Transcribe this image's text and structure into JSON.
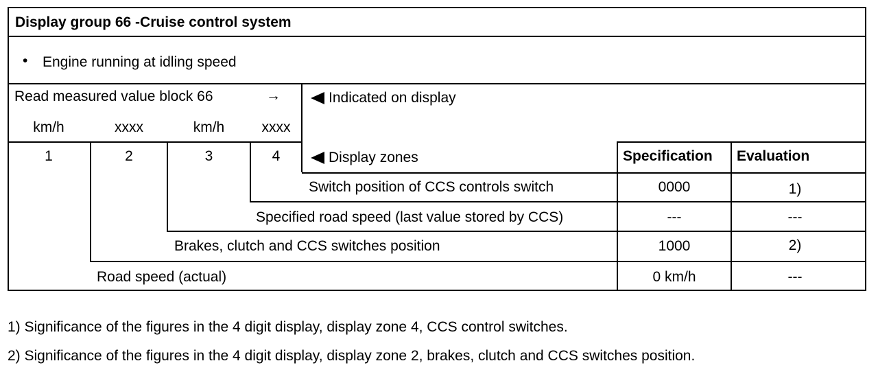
{
  "title": "Display group 66 -Cruise control system",
  "condition": {
    "bullet": "•",
    "text": "Engine running at idling speed"
  },
  "read_block": {
    "label": "Read measured value block 66",
    "arrow": "→"
  },
  "indicated_label": "Indicated on display",
  "units": [
    "km/h",
    "xxxx",
    "km/h",
    "xxxx"
  ],
  "zones": [
    "1",
    "2",
    "3",
    "4"
  ],
  "display_zones_label": "Display zones",
  "col_headers": {
    "specification": "Specification",
    "evaluation": "Evaluation"
  },
  "rows": [
    {
      "label": "Switch position of CCS controls switch",
      "spec": "0000",
      "eval": "1)"
    },
    {
      "label": "Specified road speed (last value stored by CCS)",
      "spec": "---",
      "eval": "---"
    },
    {
      "label": "Brakes, clutch and CCS switches position",
      "spec": "1000",
      "eval": "2)"
    },
    {
      "label": "Road speed (actual)",
      "spec": "0 km/h",
      "eval": "---"
    }
  ],
  "footnotes": [
    "1) Significance of the figures in the 4 digit display, display zone 4, CCS control switches.",
    "2) Significance of the figures in the 4 digit display, display zone 2, brakes, clutch and CCS switches position."
  ]
}
